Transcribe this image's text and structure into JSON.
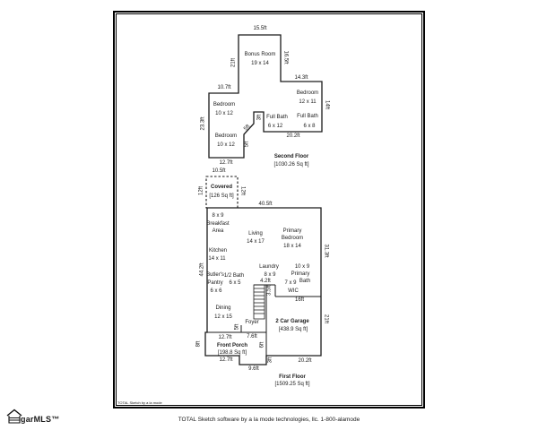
{
  "page": {
    "frame_note": "TOTAL Sketch by a la mode",
    "footer": "TOTAL Sketch software by a la mode technologies, llc.  1-800-alamode",
    "logo_text": "garMLS™"
  },
  "second_floor": {
    "title": "Second Floor",
    "area": "[1030.26 Sq ft]",
    "rooms": {
      "bonus": {
        "name": "Bonus Room",
        "dims": "19 x 14"
      },
      "bedroom_right": {
        "name": "Bedroom",
        "dims": "12 x 11"
      },
      "bedroom_upper_left": {
        "name": "Bedroom",
        "dims": "10 x 12"
      },
      "bedroom_lower_left": {
        "name": "Bedroom",
        "dims": "10 x 12"
      },
      "full_bath_left": {
        "name": "Full Bath",
        "dims": "6 x 12"
      },
      "full_bath_right": {
        "name": "Full Bath",
        "dims": "6 x 8"
      }
    },
    "dims": {
      "top": "15.5ft",
      "bonus_left": "21ft",
      "bonus_right": "16.5ft",
      "bedroom_right_top": "14.3ft",
      "right": "14ft",
      "upper_left_top": "10.7ft",
      "left": "23.3ft",
      "bottom": "12.7ft",
      "bath_bottom": "20.2ft",
      "notch_top": "3ft",
      "notch_diag": "5ft",
      "notch_bottom": "5ft"
    }
  },
  "covered": {
    "title": "Covered",
    "area": "[126 Sq ft]",
    "dims": {
      "top": "10.5ft",
      "left": "12ft",
      "right": "12ft"
    }
  },
  "first_floor": {
    "title": "First Floor",
    "area": "[1509.25 Sq ft]",
    "rooms": {
      "breakfast": {
        "dims": "8 x 9",
        "name1": "Breakfast",
        "name2": "Area"
      },
      "living": {
        "name": "Living",
        "dims": "14 x 17"
      },
      "primary_bedroom": {
        "name1": "Primary",
        "name2": "Bedroom",
        "dims": "18 x 14"
      },
      "kitchen": {
        "name": "Kitchen",
        "dims": "14 x 11"
      },
      "laundry": {
        "name": "Laundry",
        "dims": "8 x 9"
      },
      "primary_bath": {
        "dims": "10 x 9",
        "name1": "Primary",
        "name2": "Bath"
      },
      "butlers_pantry": {
        "name1": "Butler's",
        "name2": "Pantry",
        "dims": "6 x 6"
      },
      "half_bath": {
        "name": "1/2 Bath",
        "dims": "6 x 5"
      },
      "wic": {
        "dims": "7 x 9",
        "name": "WIC"
      },
      "dining": {
        "name": "Dining",
        "dims": "12 x 15"
      },
      "foyer": {
        "name": "Foyer"
      },
      "garage": {
        "name": "2 Car Garage",
        "area": "[438.9 Sq ft]"
      },
      "front_porch": {
        "name": "Front Porch",
        "area": "[198.8 Sq ft]"
      }
    },
    "dims": {
      "top": "40.5ft",
      "left": "44.2ft",
      "right_upper": "31.3ft",
      "right_lower": "21ft",
      "stairs_top": "4.2ft",
      "stairs_right": "3.5ft",
      "garage_top": "16ft",
      "foyer_step": "5ft",
      "foyer_bottom": "7.6ft",
      "porch_top": "12.7ft",
      "porch_bottom": "12.7ft",
      "porch_left": "8ft",
      "stoop_right": "6ft",
      "stoop_corner": "3ft",
      "stoop_bottom": "9.6ft",
      "garage_bottom": "20.2ft"
    }
  }
}
